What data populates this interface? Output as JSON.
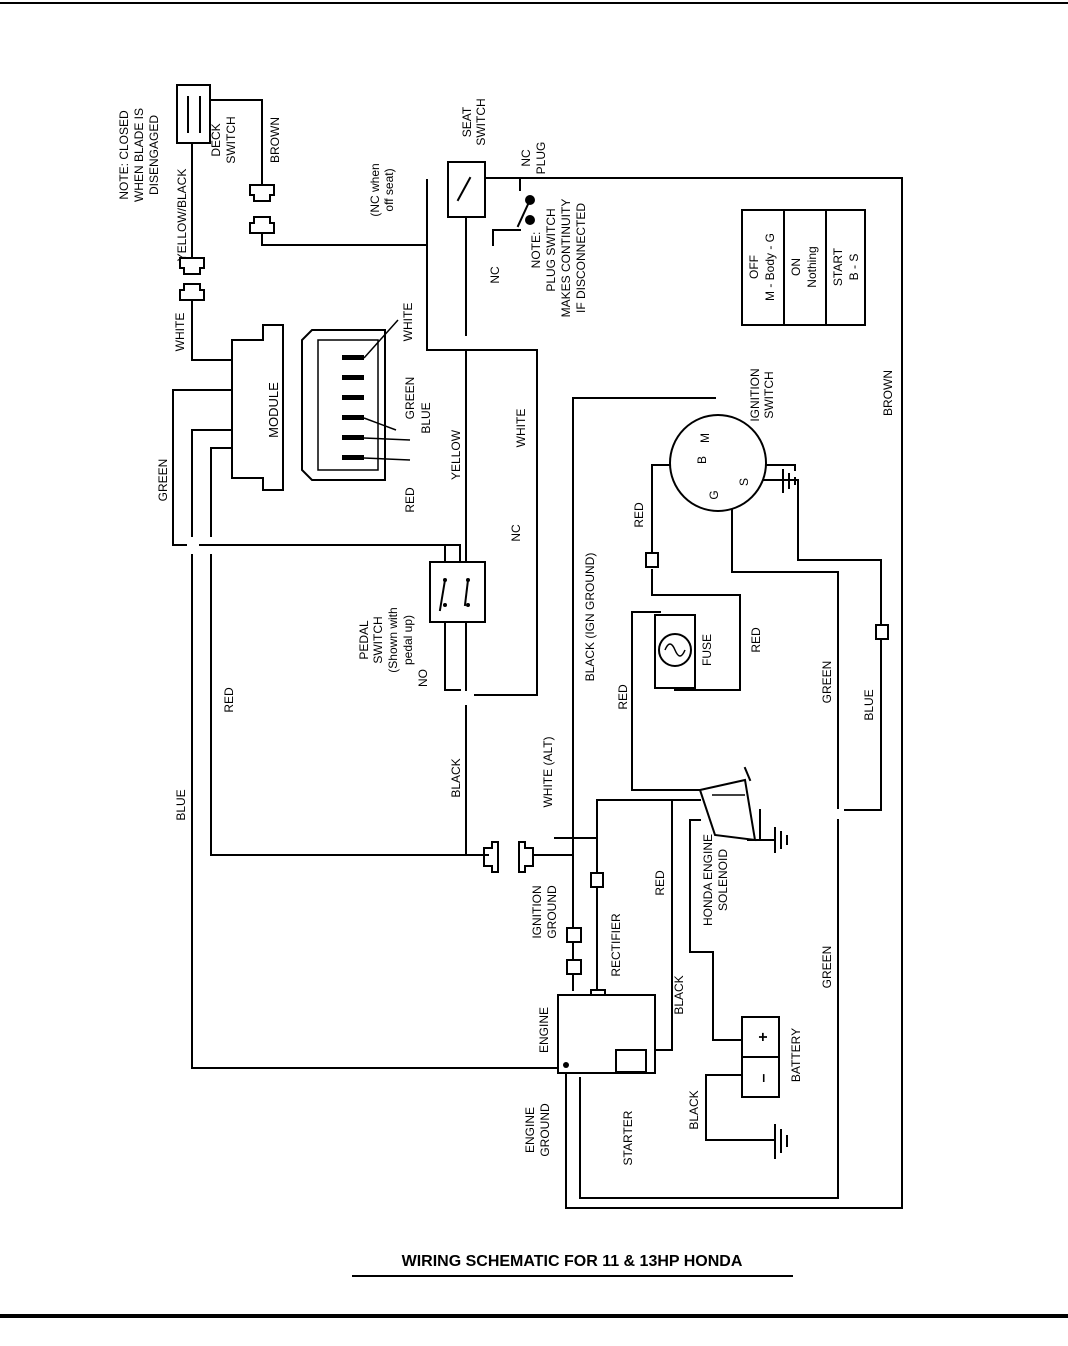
{
  "title": "WIRING SCHEMATIC FOR 11 & 13HP HONDA",
  "notes": {
    "deck_note_1": "NOTE: CLOSED",
    "deck_note_2": "WHEN BLADE IS",
    "deck_note_3": "DISENGAGED",
    "seat_note_1": "(NC when",
    "seat_note_2": "off seat)",
    "plug_note_1": "NOTE:",
    "plug_note_2": "PLUG SWITCH",
    "plug_note_3": "MAKES CONTINUITY",
    "plug_note_4": "IF DISCONNECTED"
  },
  "components": {
    "deck_switch_1": "DECK",
    "deck_switch_2": "SWITCH",
    "seat_switch_1": "SEAT",
    "seat_switch_2": "SWITCH",
    "nc_plug_1": "NC",
    "nc_plug_2": "PLUG",
    "nc": "NC",
    "module": "MODULE",
    "pedal_switch_1": "PEDAL",
    "pedal_switch_2": "SWITCH",
    "pedal_switch_3": "(Shown with",
    "pedal_switch_4": "pedal up)",
    "no": "NO",
    "pedal_nc": "NC",
    "ignition_switch_1": "IGNITION",
    "ignition_switch_2": "SWITCH",
    "fuse": "FUSE",
    "solenoid_1": "HONDA ENGINE",
    "solenoid_2": "SOLENOID",
    "ignition_ground_1": "IGNITION",
    "ignition_ground_2": "GROUND",
    "rectifier": "RECTIFIER",
    "engine": "ENGINE",
    "engine_ground_1": "ENGINE",
    "engine_ground_2": "GROUND",
    "starter": "STARTER",
    "battery": "BATTERY",
    "pin_b": "B",
    "pin_m": "M",
    "pin_g": "G",
    "pin_s": "S",
    "plus": "+",
    "minus": "–"
  },
  "switch_table": {
    "row1_a": "OFF",
    "row1_b": "M - Body - G",
    "row2_a": "ON",
    "row2_b": "Nothing",
    "row3_a": "START",
    "row3_b": "B - S"
  },
  "wires": {
    "yellow_black": "YELLOW/BLACK",
    "brown_top": "BROWN",
    "white_top": "WHITE",
    "white_module": "WHITE",
    "green_module": "GREEN",
    "blue_module": "BLUE",
    "red_module": "RED",
    "yellow": "YELLOW",
    "white_mid": "WHITE",
    "green_left": "GREEN",
    "red_left": "RED",
    "blue_left": "BLUE",
    "black_ign_ground": "BLACK (IGN GROUND)",
    "red_ign": "RED",
    "red_fuse": "RED",
    "red_mid": "RED",
    "brown_right": "BROWN",
    "green_right": "GREEN",
    "blue_right": "BLUE",
    "black_mid": "BLACK",
    "white_alt": "WHITE (ALT)",
    "red_lower": "RED",
    "green_lower": "GREEN",
    "black_lower": "BLACK",
    "black_battery": "BLACK"
  }
}
